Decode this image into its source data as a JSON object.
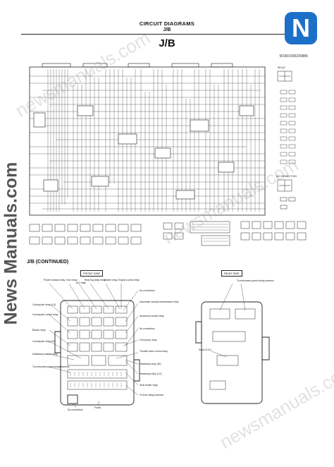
{
  "header": {
    "title": "CIRCUIT DIAGRAMS",
    "subtitle": "J/B"
  },
  "main_title": "J/B",
  "reference_code": "M1901000200886",
  "section_continued": "J/B (CONTINUED)",
  "watermark_side": "News Manuals.com",
  "watermark_diagonal": "newsmanuals.com",
  "logo_letter": "N",
  "panels": {
    "front_side": "FRONT SIDE",
    "rear_side": "REAR SIDE"
  },
  "front_labels_top": [
    "Power window relay",
    "Horn relay",
    "A/C relay",
    "Rear fog lamp relay",
    "Starter relay",
    "Engine control relay"
  ],
  "front_labels_left": [
    "Cooling fan relay (LO)",
    "Cooling fan control relay",
    "Blower relay",
    "Cooling fan relay (HI)",
    "Headlamp washer relay",
    "To instrument panel wiring harness"
  ],
  "front_labels_right": [
    "No connection",
    "Automatic manual transmission relay",
    "Accessory socket relay",
    "No connection",
    "Fuel pump relay",
    "Throttle valve control relay",
    "Headlamp relay (HI)",
    "Headlamp relay (LO)",
    "Seat heater relay",
    "To front wiring harness"
  ],
  "front_labels_bottom": [
    "Fuses",
    "No connection"
  ],
  "rear_labels": [
    "To instrument panel wiring harness",
    "Stack-R.CU"
  ],
  "relay_label": "RELAY",
  "no_connection_label": "NO CONNECTION"
}
